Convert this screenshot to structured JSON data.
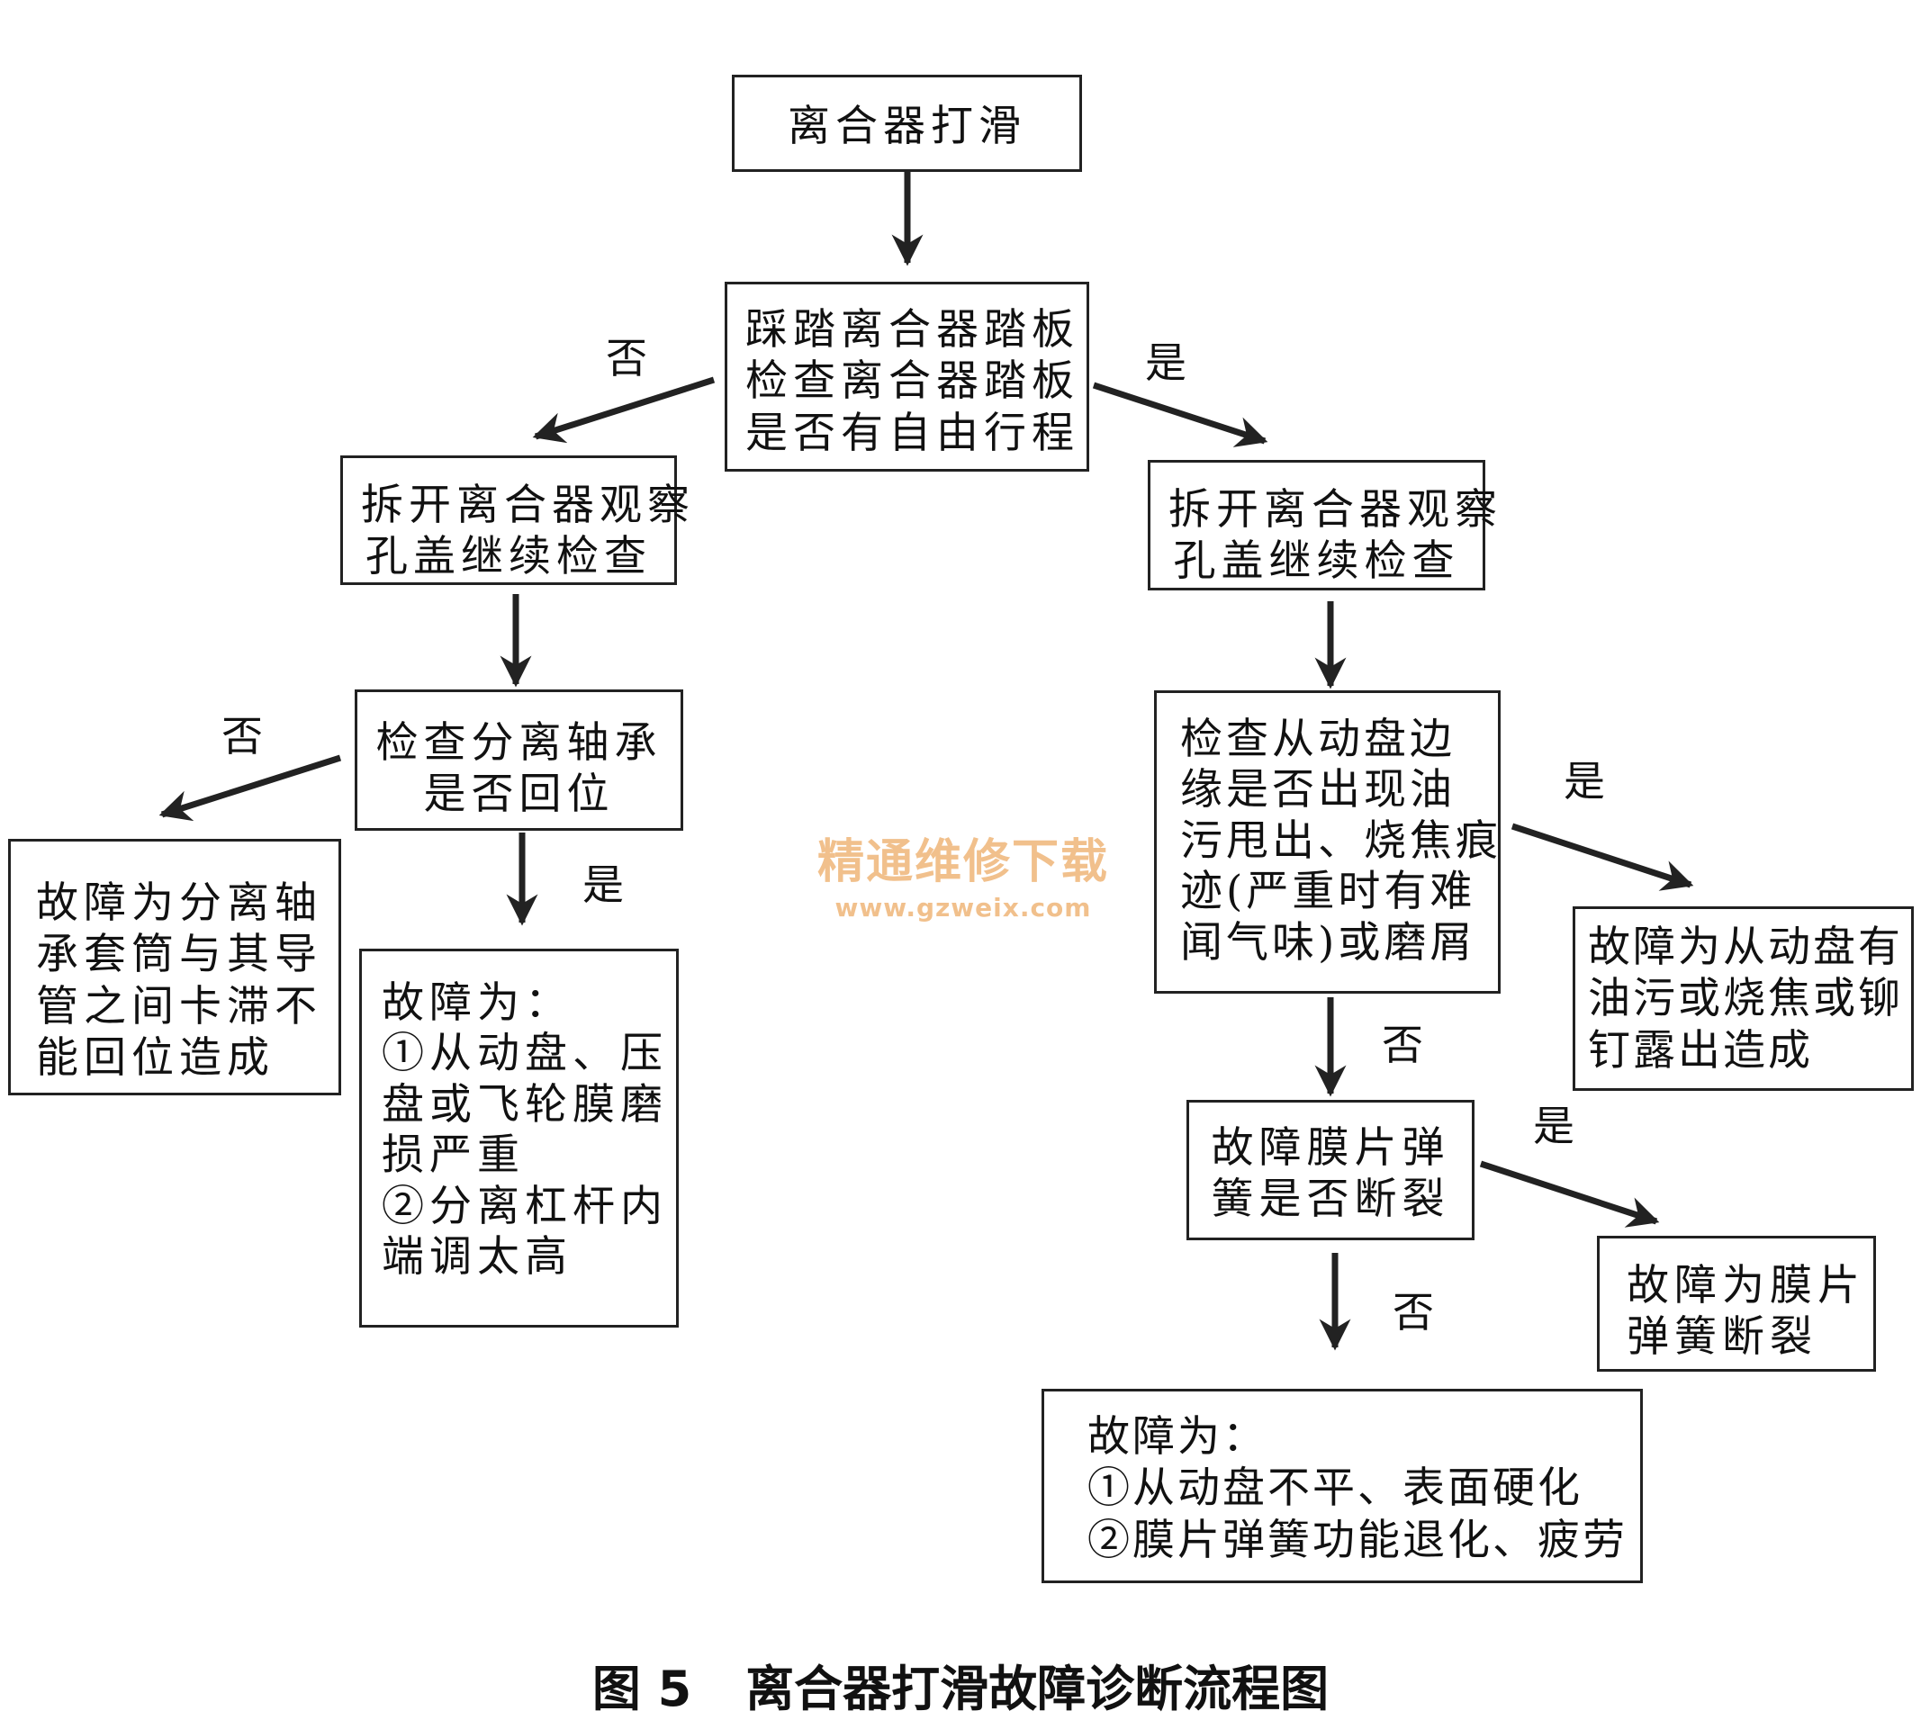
{
  "nodes": {
    "start": {
      "lines": [
        "离合器打滑"
      ]
    },
    "pedal_check": {
      "lines": [
        "踩踏离合器踏板",
        "检查离合器踏板",
        "是否有自由行程"
      ]
    },
    "open_cover_left": {
      "lines": [
        "拆开离合器观察",
        "孔盖继续检查"
      ]
    },
    "open_cover_right": {
      "lines": [
        "拆开离合器观察",
        "孔盖继续检查"
      ]
    },
    "bearing_check": {
      "lines": [
        "检查分离轴承",
        "是否回位"
      ]
    },
    "fault_bearing_stuck": {
      "lines": [
        "故障为分离轴",
        "承套筒与其导",
        "管之间卡滞不",
        "能回位造成"
      ]
    },
    "fault_wear_lever": {
      "lines": [
        "故障为：",
        "①从动盘、压",
        "盘或飞轮膜磨",
        "损严重",
        "②分离杠杆内",
        "端调太高"
      ]
    },
    "disc_check": {
      "lines": [
        "检查从动盘边",
        "缘是否出现油",
        "污甩出、烧焦痕",
        "迹(严重时有难",
        "闻气味)或磨屑"
      ]
    },
    "fault_disc_oil": {
      "lines": [
        "故障为从动盘有",
        "油污或烧焦或铆",
        "钉露出造成"
      ]
    },
    "spring_check": {
      "lines": [
        "故障膜片弹",
        "簧是否断裂"
      ]
    },
    "fault_spring_broken": {
      "lines": [
        "故障为膜片",
        "弹簧断裂"
      ]
    },
    "fault_uneven": {
      "lines": [
        "故障为：",
        "①从动盘不平、表面硬化",
        "②膜片弹簧功能退化、疲劳"
      ]
    }
  },
  "edge_labels": {
    "pedal_no": "否",
    "pedal_yes": "是",
    "bearing_no": "否",
    "bearing_yes": "是",
    "disc_yes": "是",
    "disc_no": "否",
    "spring_yes": "是",
    "spring_no": "否"
  },
  "watermark": {
    "title": "精通维修下载",
    "url": "www.gzweix.com"
  },
  "caption": {
    "number": "图 5",
    "title": "离合器打滑故障诊断流程图"
  },
  "colors": {
    "line": "#222222",
    "watermark": "#f1c08c"
  }
}
